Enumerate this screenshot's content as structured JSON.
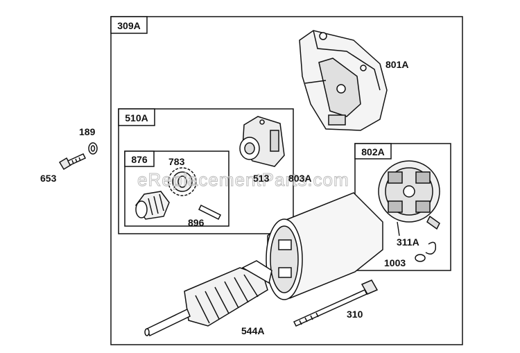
{
  "watermark": "eReplacementParts.com",
  "boxes": {
    "outer": "309A",
    "clutch": "510A",
    "drive": "876",
    "endcap": "802A"
  },
  "labels": {
    "p189": "189",
    "p653": "653",
    "p801a": "801A",
    "p783": "783",
    "p513": "513",
    "p803a": "803A",
    "p896": "896",
    "p311a": "311A",
    "p1003": "1003",
    "p310": "310",
    "p544a": "544A"
  }
}
